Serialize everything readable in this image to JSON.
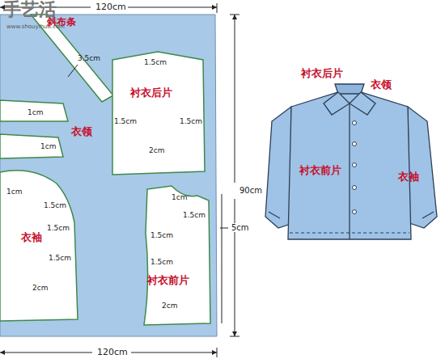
{
  "diagram": {
    "nodes": [
      {
        "text": [
          "衬衣后片"
        ]
      },
      {
        "text": [
          "衣袖"
        ]
      },
      {
        "text": [
          "衬衣前片"
        ]
      }
    ],
    "labels": [
      "手艺活",
      "www.shouyihuo.com",
      "120cm",
      "斜布条",
      "3.5cm",
      "1.5cm",
      "1.5cm",
      "1.5cm",
      "2cm",
      "1cm",
      "衣领",
      "1cm",
      "1cm",
      "1.5cm",
      "1.5cm",
      "1.5cm",
      "2cm",
      "1cm",
      "1.5cm",
      "1.5cm",
      "1.5cm",
      "2cm",
      "5cm",
      "90cm",
      "120cm",
      "衬衣后片",
      "衣领",
      "衬衣前片",
      "衣袖"
    ]
  }
}
